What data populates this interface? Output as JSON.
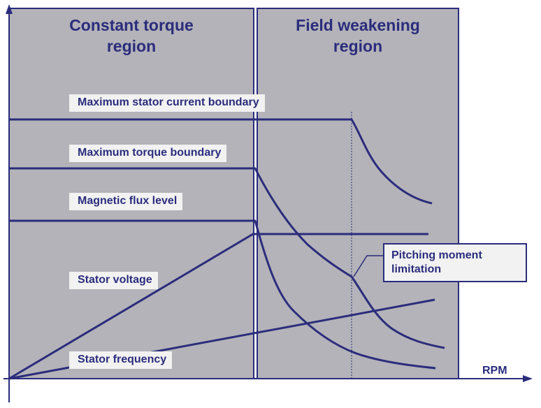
{
  "regions": {
    "constant_torque": {
      "line1": "Constant torque",
      "line2": "region"
    },
    "field_weakening": {
      "line1": "Field weakening",
      "line2": "region"
    }
  },
  "curves": {
    "max_stator_current": "Maximum stator current boundary",
    "max_torque": "Maximum torque boundary",
    "magnetic_flux": "Magnetic flux level",
    "stator_voltage": "Stator voltage",
    "stator_frequency": "Stator frequency"
  },
  "callout": {
    "line1": "Pitching moment",
    "line2": "limitation"
  },
  "axis": {
    "x_label": "RPM"
  },
  "colors": {
    "line": "#2b2c7c",
    "region_fill": "#b3b3b9",
    "label_bg": "#f2f2f2",
    "background": "#ffffff"
  }
}
